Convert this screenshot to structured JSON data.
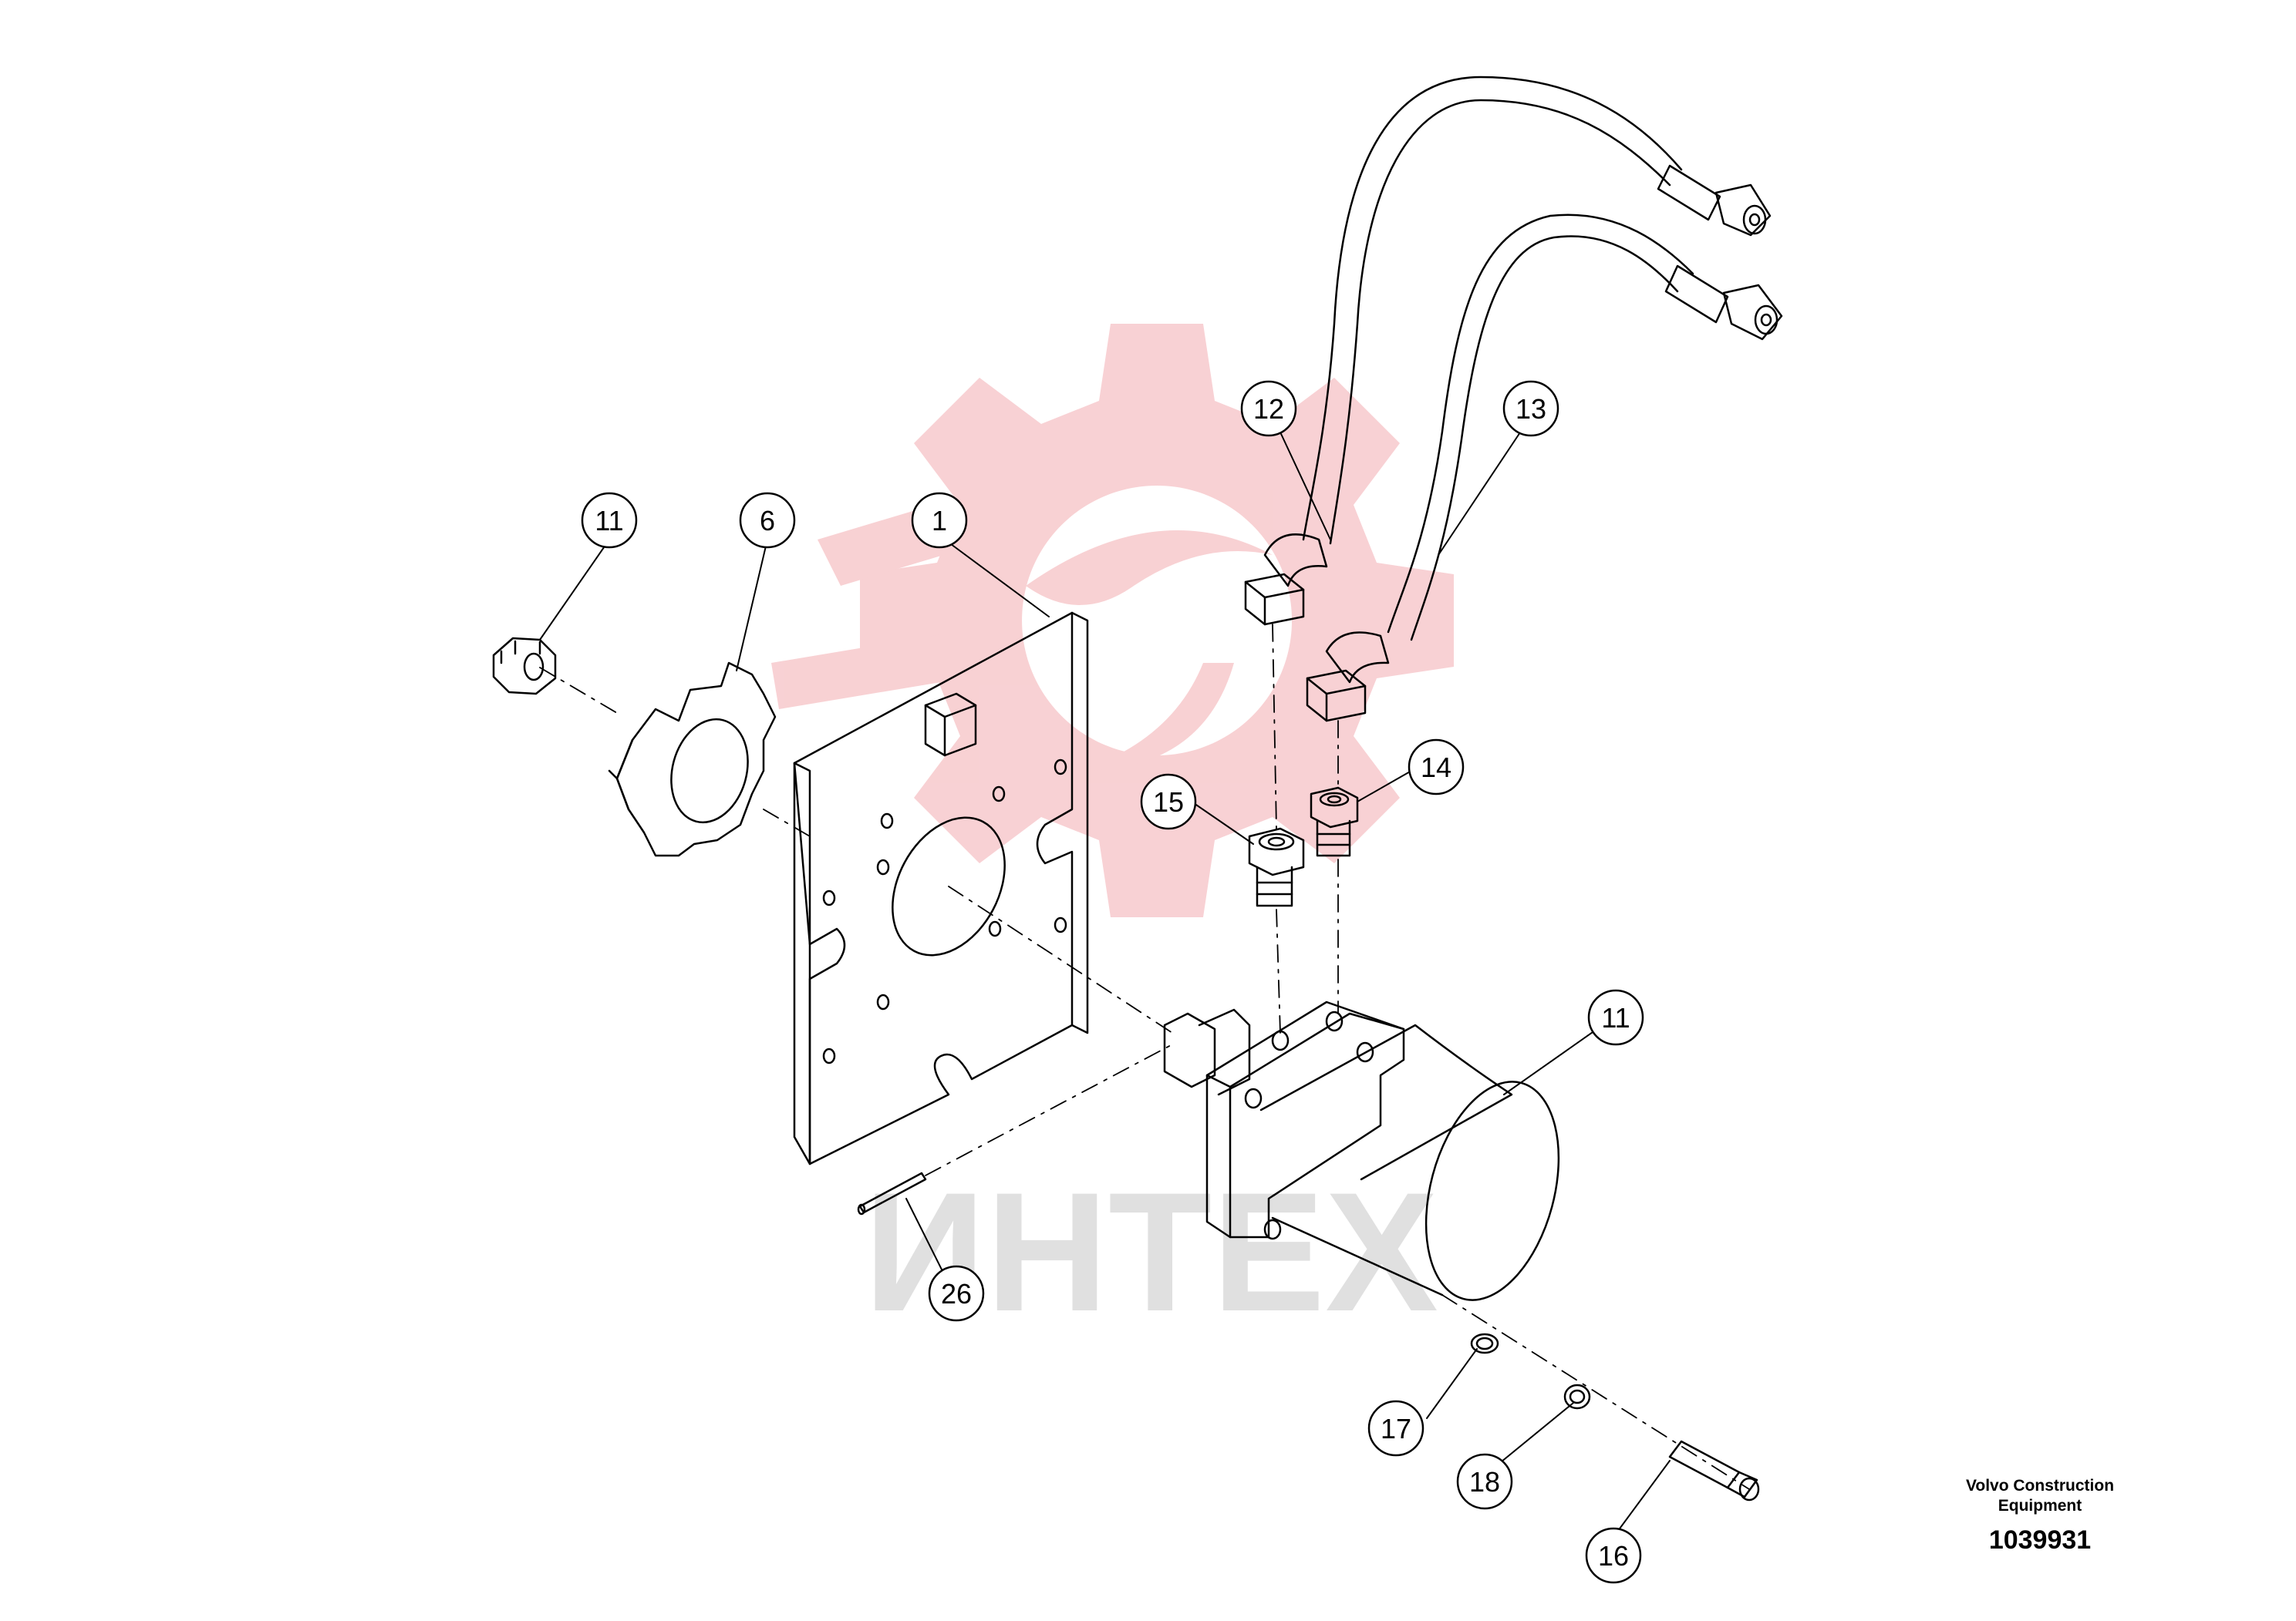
{
  "drawing": {
    "watermark_text": "ИНТЕХ",
    "publisher_line1": "Volvo Construction",
    "publisher_line2": "Equipment",
    "drawing_number": "1039931",
    "callouts": [
      {
        "id": "c11a",
        "label": "11"
      },
      {
        "id": "c6",
        "label": "6"
      },
      {
        "id": "c1",
        "label": "1"
      },
      {
        "id": "c12",
        "label": "12"
      },
      {
        "id": "c13",
        "label": "13"
      },
      {
        "id": "c15",
        "label": "15"
      },
      {
        "id": "c14",
        "label": "14"
      },
      {
        "id": "c11b",
        "label": "11"
      },
      {
        "id": "c26",
        "label": "26"
      },
      {
        "id": "c17",
        "label": "17"
      },
      {
        "id": "c18",
        "label": "18"
      },
      {
        "id": "c16",
        "label": "16"
      }
    ]
  },
  "colors": {
    "line": "#000000",
    "watermark_red": "#f7c9cc",
    "watermark_gray": "#d9d9d9",
    "background": "#ffffff"
  }
}
